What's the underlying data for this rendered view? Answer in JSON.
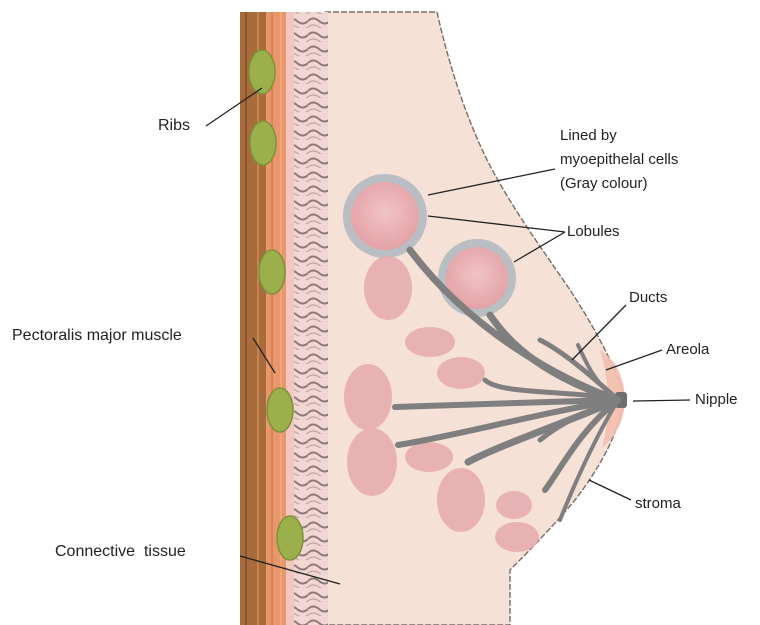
{
  "labels": {
    "ribs": "Ribs",
    "myoepithelial_line1": "Lined by",
    "myoepithelial_line2": "myoepithelal cells",
    "myoepithelial_line3": "(Gray colour)",
    "lobules": "Lobules",
    "ducts": "Ducts",
    "areola": "Areola",
    "nipple": "Nipple",
    "pectoralis": "Pectoralis major muscle",
    "stroma": "stroma",
    "connective": "Connective  tissue"
  },
  "colors": {
    "stroma_fill": "#f6e1d6",
    "skin_edge": "#e8c9b8",
    "rib_brown": "#a86b3c",
    "muscle_orange": "#e8966a",
    "connective_pink": "#f2c7bf",
    "lobule_pink": "#e7aeb0",
    "myoepithelial_gray": "#b8bec2",
    "duct_gray": "#7f7f7f",
    "rib_green": "#9bb04a",
    "nipple_dark": "#6f6f6f",
    "areola_pink": "#f3bfae"
  }
}
